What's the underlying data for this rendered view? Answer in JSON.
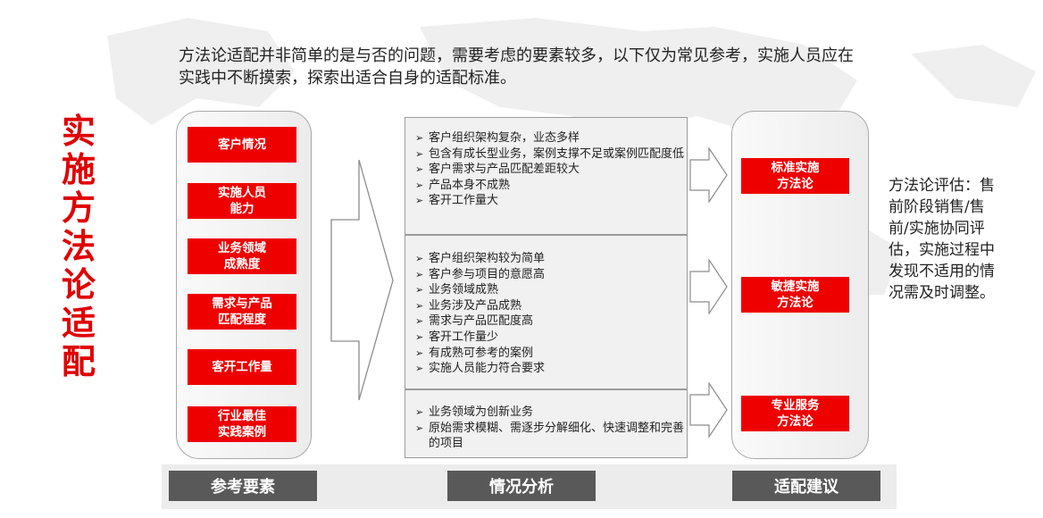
{
  "intro_text": "方法论适配并非简单的是与否的问题，需要考虑的要素较多，以下仅为常见参考，实施人员应在实践中不断摸索，探索出适合自身的适配标准。",
  "vertical_title": [
    "实",
    "施",
    "方",
    "法",
    "论",
    "适",
    "配"
  ],
  "factors": [
    {
      "label": "客户情况"
    },
    {
      "label": "实施人员\n能力"
    },
    {
      "label": "业务领域\n成熟度"
    },
    {
      "label": "需求与产品\n匹配程度"
    },
    {
      "label": "客开工作量"
    },
    {
      "label": "行业最佳\n实践案例"
    }
  ],
  "situations": [
    {
      "items": [
        "客户组织架构复杂，业态多样",
        "包含有成长型业务，案例支撑不足或案例匹配度低",
        "客户需求与产品匹配差距较大",
        "产品本身不成熟",
        "客开工作量大"
      ]
    },
    {
      "items": [
        "客户组织架构较为简单",
        "客户参与项目的意愿高",
        "业务领域成熟",
        "业务涉及产品成熟",
        "需求与产品匹配度高",
        "客开工作量少",
        "有成熟可参考的案例",
        "实施人员能力符合要求"
      ]
    },
    {
      "items": [
        "业务领域为创新业务",
        "原始需求模糊、需逐步分解细化、快速调整和完善的项目"
      ]
    }
  ],
  "recommendations": [
    {
      "label": "标准实施\n方法论"
    },
    {
      "label": "敏捷实施\n方法论"
    },
    {
      "label": "专业服务\n方法论"
    }
  ],
  "evaluation_text": "方法论评估：售前阶段销售/售前/实施协同评估，实施过程中发现不适用的情况需及时调整。",
  "bottom_labels": {
    "factors": "参考要素",
    "analysis": "情况分析",
    "advice": "适配建议"
  },
  "colors": {
    "accent_red": "#ee0000",
    "label_gray": "#595959"
  }
}
